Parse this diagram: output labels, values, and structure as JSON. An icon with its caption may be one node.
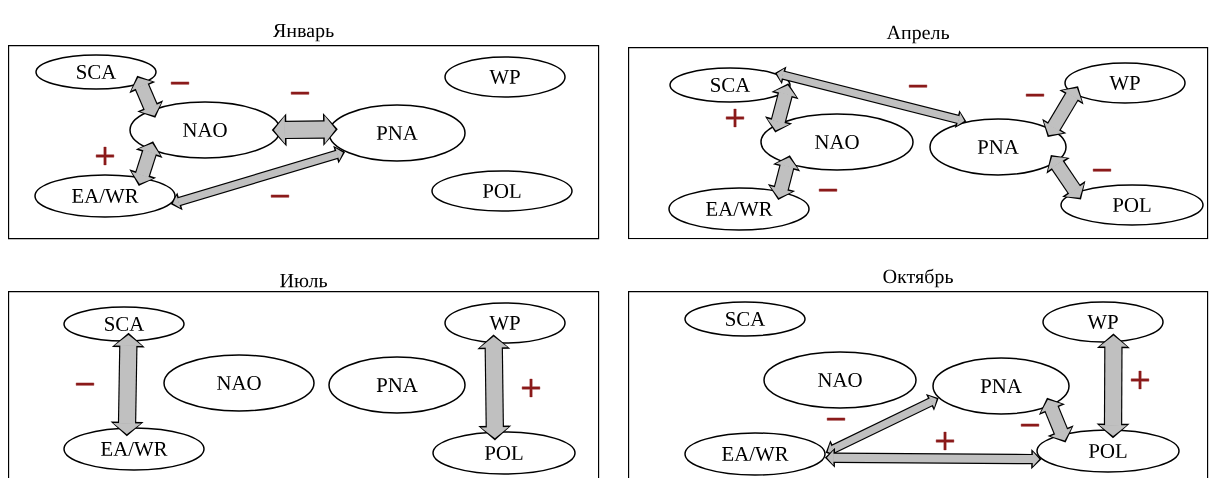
{
  "diagram": {
    "nodes": [
      {
        "text": [
          "Январь"
        ]
      },
      {
        "text": [
          "SCA"
        ],
        "in": 0
      },
      {
        "text": [
          "WP"
        ],
        "in": 0
      },
      {
        "text": [
          "NAO"
        ],
        "in": 0
      },
      {
        "text": [
          "PNA"
        ],
        "in": 0
      },
      {
        "text": [
          "EA/WR"
        ],
        "in": 0
      },
      {
        "text": [
          "POL"
        ],
        "in": 0
      },
      {
        "text": [
          "Апрель"
        ]
      },
      {
        "text": [
          "SCA"
        ],
        "in": 7
      },
      {
        "text": [
          "WP"
        ],
        "in": 7
      },
      {
        "text": [
          "NAO"
        ],
        "in": 7
      },
      {
        "text": [
          "PNA"
        ],
        "in": 7
      },
      {
        "text": [
          "EA/WR"
        ],
        "in": 7
      },
      {
        "text": [
          "POL"
        ],
        "in": 7
      },
      {
        "text": [
          "Июль"
        ]
      },
      {
        "text": [
          "SCA"
        ],
        "in": 14
      },
      {
        "text": [
          "WP"
        ],
        "in": 14
      },
      {
        "text": [
          "NAO"
        ],
        "in": 14
      },
      {
        "text": [
          "PNA"
        ],
        "in": 14
      },
      {
        "text": [
          "EA/WR"
        ],
        "in": 14
      },
      {
        "text": [
          "POL"
        ],
        "in": 14
      },
      {
        "text": [
          "Октябрь"
        ]
      },
      {
        "text": [
          "SCA"
        ],
        "in": 21
      },
      {
        "text": [
          "WP"
        ],
        "in": 21
      },
      {
        "text": [
          "NAO"
        ],
        "in": 21
      },
      {
        "text": [
          "PNA"
        ],
        "in": 21
      },
      {
        "text": [
          "EA/WR"
        ],
        "in": 21
      },
      {
        "text": [
          "POL"
        ],
        "in": 21
      }
    ],
    "edges": [
      {
        "from": 1,
        "to": 3,
        "arrow": "both",
        "label": "−"
      },
      {
        "from": 3,
        "to": 4,
        "arrow": "both",
        "label": "−"
      },
      {
        "from": 3,
        "to": 5,
        "arrow": "both",
        "label": "+"
      },
      {
        "from": 5,
        "to": 4,
        "arrow": "both",
        "label": "−"
      },
      {
        "from": 8,
        "to": 10,
        "arrow": "both",
        "label": "+"
      },
      {
        "from": 8,
        "to": 11,
        "arrow": "both",
        "label": "−"
      },
      {
        "from": 10,
        "to": 12,
        "arrow": "both",
        "label": "−"
      },
      {
        "from": 11,
        "to": 9,
        "arrow": "both",
        "label": "−"
      },
      {
        "from": 11,
        "to": 13,
        "arrow": "both",
        "label": "−"
      },
      {
        "from": 15,
        "to": 19,
        "arrow": "both",
        "label": "−"
      },
      {
        "from": 16,
        "to": 20,
        "arrow": "both",
        "label": "+"
      },
      {
        "from": 26,
        "to": 25,
        "arrow": "both",
        "label": "−"
      },
      {
        "from": 26,
        "to": 27,
        "arrow": "both",
        "label": "+"
      },
      {
        "from": 25,
        "to": 27,
        "arrow": "both",
        "label": "−"
      },
      {
        "from": 23,
        "to": 27,
        "arrow": "both",
        "label": "+"
      }
    ]
  }
}
